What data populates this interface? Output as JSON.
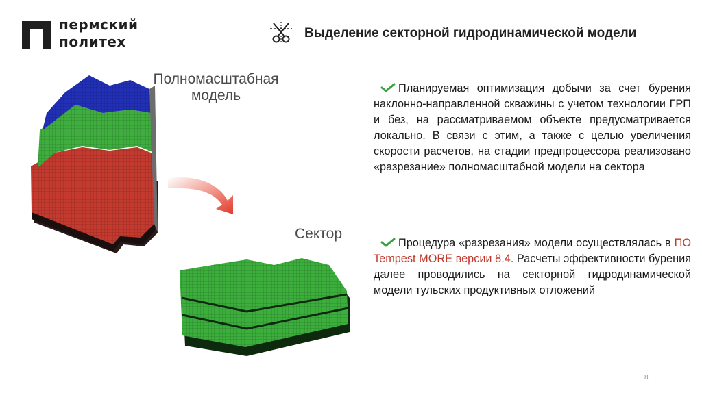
{
  "logo": {
    "line1": "пермский",
    "line2": "политех"
  },
  "header": {
    "title": "Выделение секторной гидродинамической модели",
    "icon": "scissors-cut-icon"
  },
  "figure": {
    "label_full": "Полномасштабная модель",
    "label_sector": "Сектор",
    "arrow_color": "#e23a2a",
    "layer_colors": {
      "top": "#2230b8",
      "middle": "#3fae3f",
      "bottom": "#c43a2f",
      "sector": "#3cae3c"
    }
  },
  "bullets": [
    {
      "icon": "check-icon",
      "text": "Планируемая оптимизация добычи за счет бурения наклонно-направленной скважины с учетом технологии ГРП и без, на рассматриваемом объекте предусматривается локально. В связи с этим, а также с целью увеличения скорости расчетов, на стадии предпроцессора реализовано «разрезание» полномасштабной модели на сектора"
    },
    {
      "icon": "check-icon",
      "text_before": "Процедура «разрезания» модели осуществлялась в ",
      "text_highlight": "ПО Tempest MORE версии 8.4.",
      "text_after": " Расчеты эффективности бурения далее проводились на секторной гидродинамической модели тульских продуктивных отложений"
    }
  ],
  "accent_color": "#c0392b",
  "check_color": "#3aa040",
  "page_number": "8"
}
